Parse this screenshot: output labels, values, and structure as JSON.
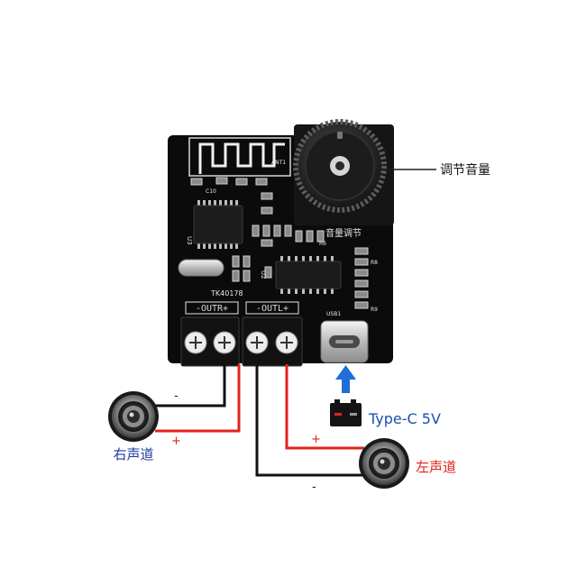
{
  "annotations": {
    "volume_label": "调节音量",
    "right_channel_label": "右声道",
    "left_channel_label": "左声道",
    "power_label": "Type-C 5V",
    "right_channel_minus": "-",
    "right_channel_plus": "+",
    "left_channel_plus": "+",
    "left_channel_minus": "-"
  },
  "board": {
    "out_r_label": "-OUTR+",
    "out_l_label": "-OUTL+",
    "model_label": "TK40178",
    "antenna_label": "ANT1",
    "knob_silk_label": "音量调节",
    "component_labels": [
      "U3",
      "U2",
      "USB1",
      "R8",
      "R9",
      "C10",
      "R6"
    ]
  },
  "icons": {
    "knob": "volume-knob-icon",
    "power_arrow": "arrow-up-icon",
    "battery": "battery-icon",
    "speaker": "speaker-icon"
  },
  "colors": {
    "board": "#0b0b0b",
    "wire_negative": "#111111",
    "wire_positive": "#e3231b",
    "right_channel_text": "#1d3c9e",
    "left_channel_text": "#e3231b",
    "power_arrow": "#1f6fd6",
    "power_text": "#1d4fb0"
  }
}
